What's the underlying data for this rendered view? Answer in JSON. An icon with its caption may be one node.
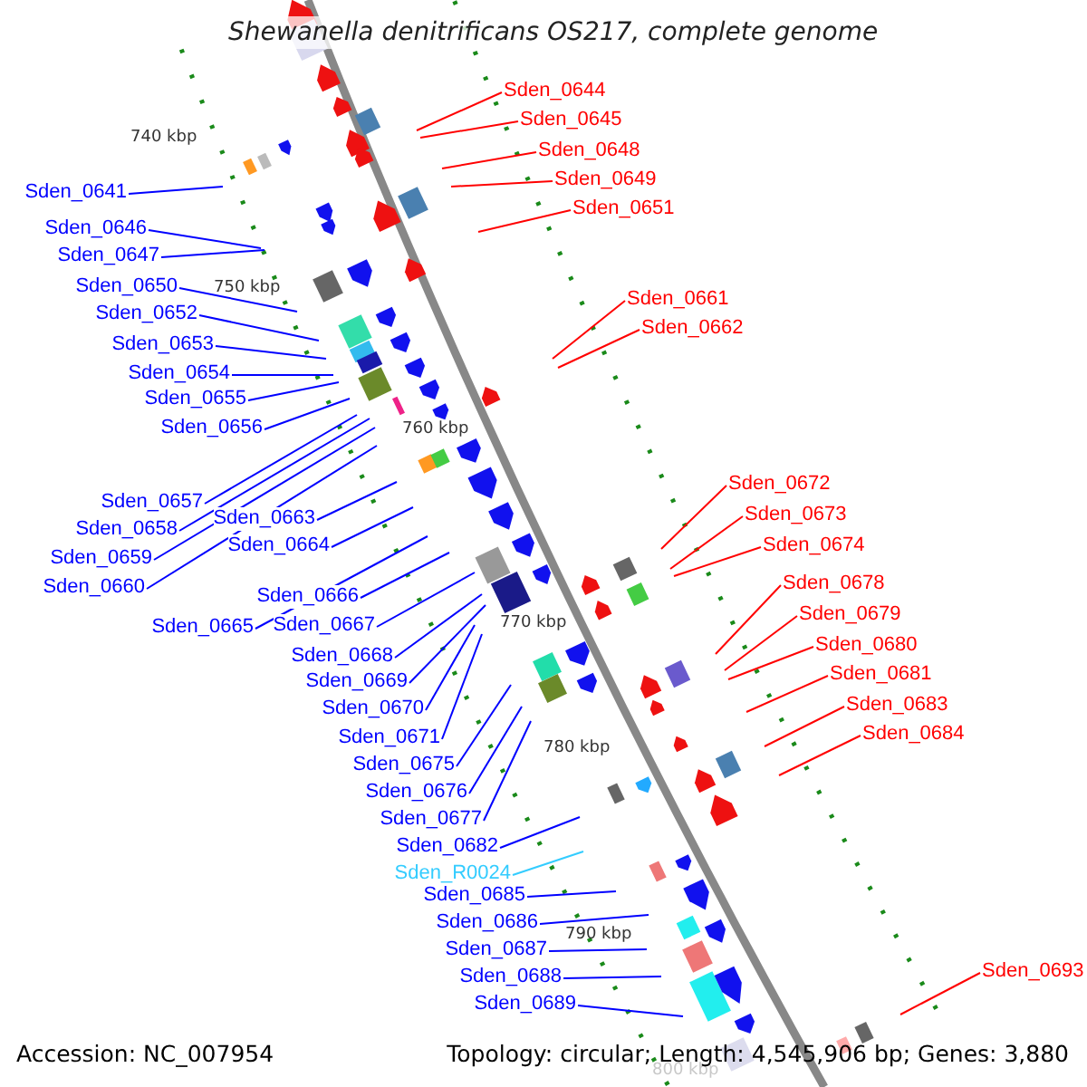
{
  "diagram": {
    "title": "Shewanella denitrificans OS217, complete genome",
    "nodes": [
      {
        "text": [
          "Sden_0644"
        ]
      },
      {
        "text": [
          "Sden_0645"
        ]
      },
      {
        "text": [
          "Sden_0648"
        ]
      },
      {
        "text": [
          "Sden_0649"
        ]
      },
      {
        "text": [
          "Sden_0641"
        ]
      },
      {
        "text": [
          "Sden_0651"
        ]
      },
      {
        "text": [
          "Sden_0646"
        ]
      },
      {
        "text": [
          "Sden_0647"
        ]
      },
      {
        "text": [
          "Sden_0650"
        ]
      },
      {
        "text": [
          "Sden_0661"
        ]
      },
      {
        "text": [
          "Sden_0652"
        ]
      },
      {
        "text": [
          "Sden_0662"
        ]
      },
      {
        "text": [
          "Sden_0653"
        ]
      },
      {
        "text": [
          "Sden_0654"
        ]
      },
      {
        "text": [
          "Sden_0655"
        ]
      },
      {
        "text": [
          "Sden_0656"
        ]
      },
      {
        "text": [
          "Sden_0672"
        ]
      },
      {
        "text": [
          "Sden_0657"
        ]
      },
      {
        "text": [
          "Sden_0663"
        ]
      },
      {
        "text": [
          "Sden_0673"
        ]
      },
      {
        "text": [
          "Sden_0658"
        ]
      },
      {
        "text": [
          "Sden_0664"
        ]
      },
      {
        "text": [
          "Sden_0674"
        ]
      },
      {
        "text": [
          "Sden_0659"
        ]
      },
      {
        "text": [
          "Sden_0678"
        ]
      },
      {
        "text": [
          "Sden_0660"
        ]
      },
      {
        "text": [
          "Sden_0666"
        ]
      },
      {
        "text": [
          "Sden_0679"
        ]
      },
      {
        "text": [
          "Sden_0665"
        ]
      },
      {
        "text": [
          "Sden_0667"
        ]
      },
      {
        "text": [
          "Sden_0680"
        ]
      },
      {
        "text": [
          "Sden_0668"
        ]
      },
      {
        "text": [
          "Sden_0681"
        ]
      },
      {
        "text": [
          "Sden_0669"
        ]
      },
      {
        "text": [
          "Sden_0683"
        ]
      },
      {
        "text": [
          "Sden_0670"
        ]
      },
      {
        "text": [
          "Sden_0684"
        ]
      },
      {
        "text": [
          "Sden_0671"
        ]
      },
      {
        "text": [
          "Sden_0675"
        ]
      },
      {
        "text": [
          "Sden_0676"
        ]
      },
      {
        "text": [
          "Sden_0677"
        ]
      },
      {
        "text": [
          "Sden_0682"
        ]
      },
      {
        "text": [
          "Sden_R0024"
        ]
      },
      {
        "text": [
          "Sden_0685"
        ]
      },
      {
        "text": [
          "Sden_0686"
        ]
      },
      {
        "text": [
          "Sden_0687"
        ]
      },
      {
        "text": [
          "Sden_0693"
        ]
      },
      {
        "text": [
          "Sden_0688"
        ]
      },
      {
        "text": [
          "Sden_0689"
        ]
      }
    ],
    "edges": [
      {
        "from": 0,
        "to": null,
        "arrow": "none",
        "color": "#ff0000"
      },
      {
        "from": 1,
        "to": null,
        "arrow": "none",
        "color": "#ff0000"
      },
      {
        "from": 2,
        "to": null,
        "arrow": "none",
        "color": "#ff0000"
      },
      {
        "from": 3,
        "to": null,
        "arrow": "none",
        "color": "#ff0000"
      },
      {
        "from": 4,
        "to": null,
        "arrow": "none"
      },
      {
        "from": 5,
        "to": null,
        "arrow": "none",
        "color": "#ff0000"
      },
      {
        "from": 6,
        "to": null,
        "arrow": "none"
      },
      {
        "from": 7,
        "to": null,
        "arrow": "none"
      },
      {
        "from": 8,
        "to": null,
        "arrow": "none"
      },
      {
        "from": 9,
        "to": null,
        "arrow": "none",
        "color": "#ff0000"
      },
      {
        "from": 10,
        "to": null,
        "arrow": "none"
      },
      {
        "from": 11,
        "to": null,
        "arrow": "none",
        "color": "#ff0000"
      },
      {
        "from": 12,
        "to": null,
        "arrow": "none"
      },
      {
        "from": 13,
        "to": null,
        "arrow": "none"
      },
      {
        "from": 14,
        "to": null,
        "arrow": "none"
      },
      {
        "from": 15,
        "to": null,
        "arrow": "none"
      },
      {
        "from": 16,
        "to": null,
        "arrow": "none",
        "color": "#ff0000"
      },
      {
        "from": 17,
        "to": null,
        "arrow": "none"
      },
      {
        "from": 18,
        "to": null,
        "arrow": "none"
      },
      {
        "from": 19,
        "to": null,
        "arrow": "none",
        "color": "#ff0000"
      },
      {
        "from": 20,
        "to": null,
        "arrow": "none"
      },
      {
        "from": 21,
        "to": null,
        "arrow": "none"
      },
      {
        "from": 22,
        "to": null,
        "arrow": "none",
        "color": "#ff0000"
      },
      {
        "from": 23,
        "to": null,
        "arrow": "none"
      },
      {
        "from": 24,
        "to": null,
        "arrow": "none",
        "color": "#ff0000"
      },
      {
        "from": 25,
        "to": null,
        "arrow": "none"
      },
      {
        "from": 26,
        "to": null,
        "arrow": "none"
      },
      {
        "from": 27,
        "to": null,
        "arrow": "none",
        "color": "#ff0000"
      },
      {
        "from": 28,
        "to": null,
        "arrow": "none"
      },
      {
        "from": 29,
        "to": null,
        "arrow": "none"
      },
      {
        "from": 30,
        "to": null,
        "arrow": "none",
        "color": "#ff0000"
      },
      {
        "from": 31,
        "to": null,
        "arrow": "none"
      },
      {
        "from": 32,
        "to": null,
        "arrow": "none",
        "color": "#ff0000"
      },
      {
        "from": 33,
        "to": null,
        "arrow": "none"
      },
      {
        "from": 34,
        "to": null,
        "arrow": "none",
        "color": "#ff0000"
      },
      {
        "from": 35,
        "to": null,
        "arrow": "none"
      },
      {
        "from": 36,
        "to": null,
        "arrow": "none",
        "color": "#ff0000"
      },
      {
        "from": 37,
        "to": null,
        "arrow": "none"
      },
      {
        "from": 38,
        "to": null,
        "arrow": "none"
      },
      {
        "from": 39,
        "to": null,
        "arrow": "none"
      },
      {
        "from": 40,
        "to": null,
        "arrow": "none"
      },
      {
        "from": 41,
        "to": null,
        "arrow": "none"
      },
      {
        "from": 42,
        "to": null,
        "arrow": "none",
        "color": "#33ccff"
      },
      {
        "from": 43,
        "to": null,
        "arrow": "none"
      },
      {
        "from": 44,
        "to": null,
        "arrow": "none"
      },
      {
        "from": 45,
        "to": null,
        "arrow": "none"
      },
      {
        "from": 46,
        "to": null,
        "arrow": "none",
        "color": "#ff0000"
      },
      {
        "from": 47,
        "to": null,
        "arrow": "none"
      },
      {
        "from": 48,
        "to": null,
        "arrow": "none"
      }
    ],
    "labels": [
      "740 kbp",
      "750 kbp",
      "760 kbp",
      "770 kbp",
      "780 kbp",
      "790 kbp",
      "800 kbp",
      "Accession: NC_007954",
      "Topology: circular; Length: 4,545,906 bp; Genes: 3,880"
    ]
  }
}
